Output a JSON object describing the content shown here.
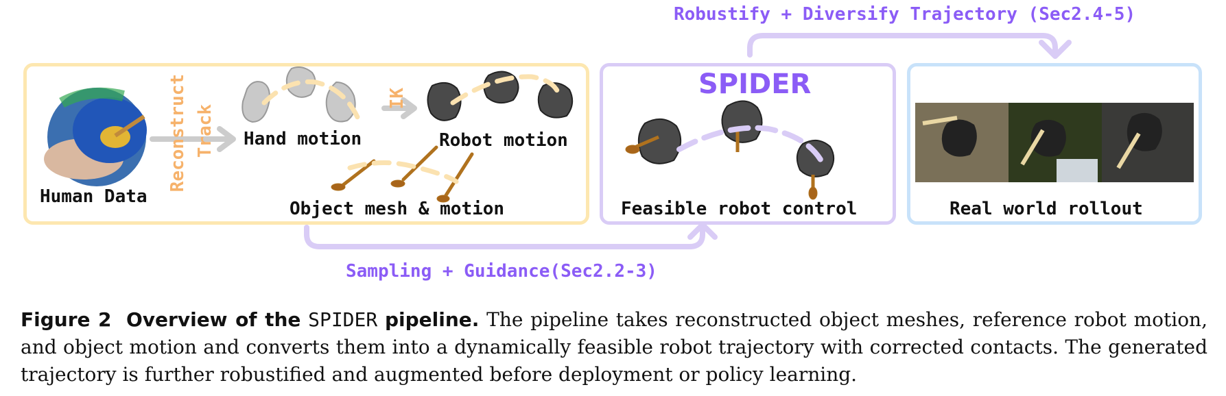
{
  "figure": {
    "top_arrow_label": "Robustify + Diversify Trajectory (Sec2.4-5)",
    "bottom_arrow_label": "Sampling + Guidance(Sec2.2-3)",
    "human_panel": {
      "human_data": "Human Data",
      "reconstruct": "Reconstruct",
      "track": "Track",
      "ik": "IK",
      "hand_motion": "Hand motion",
      "robot_motion": "Robot motion",
      "object_mesh_motion": "Object mesh & motion"
    },
    "spider_panel": {
      "title": "SPIDER",
      "label": "Feasible robot control"
    },
    "real_panel": {
      "label": "Real world rollout"
    },
    "colors": {
      "yellow_border": "#fde7b0",
      "purple_border": "#d9ccf6",
      "blue_border": "#c8e2fa",
      "purple_text": "#8b5cf6",
      "orange_text": "#f6b26b"
    }
  },
  "caption": {
    "figure_no": "Figure 2",
    "title_pre": "Overview of the",
    "title_name": "SPIDER",
    "title_post": "pipeline.",
    "body": "The pipeline takes reconstructed object meshes, reference robot motion, and object motion and converts them into a dynamically feasible robot trajectory with corrected contacts. The generated trajectory is further robustified and augmented before deployment or policy learning."
  }
}
